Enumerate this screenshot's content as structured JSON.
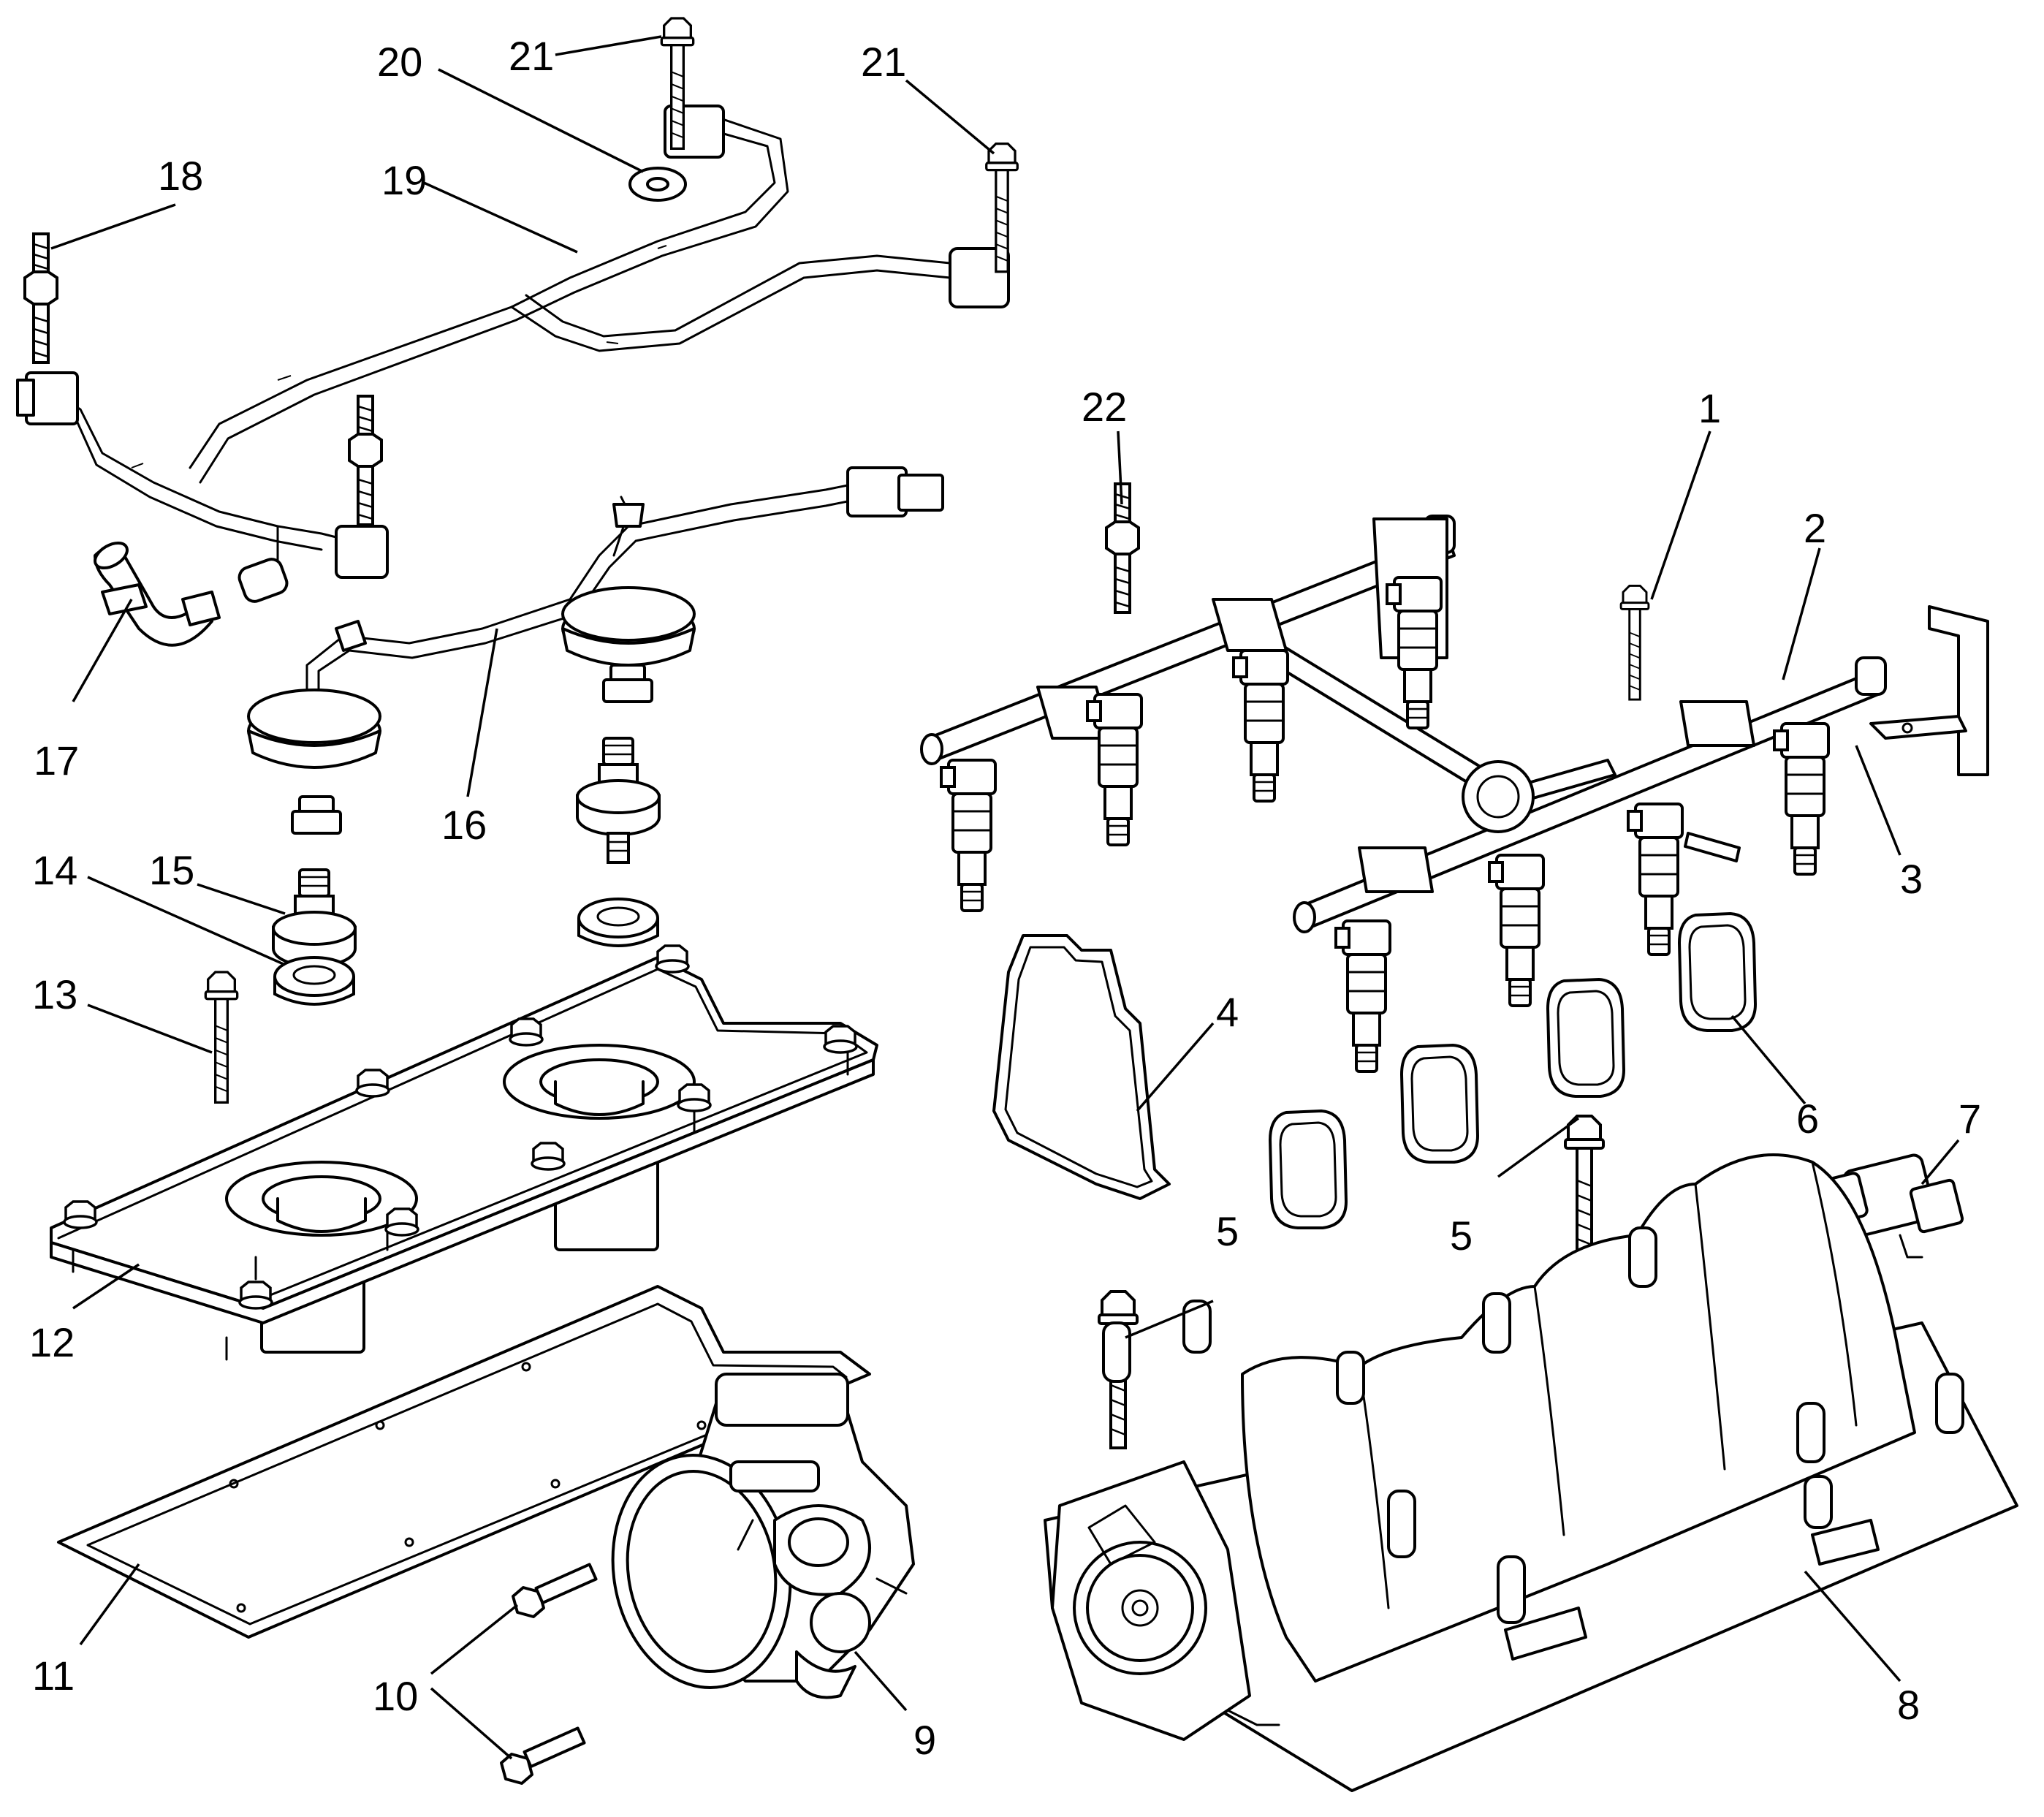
{
  "diagram": {
    "callouts": [
      {
        "id": "1",
        "text": "1"
      },
      {
        "id": "2",
        "text": "2"
      },
      {
        "id": "3",
        "text": "3"
      },
      {
        "id": "4",
        "text": "4"
      },
      {
        "id": "5a",
        "text": "5"
      },
      {
        "id": "5b",
        "text": "5"
      },
      {
        "id": "6",
        "text": "6"
      },
      {
        "id": "7",
        "text": "7"
      },
      {
        "id": "8",
        "text": "8"
      },
      {
        "id": "9",
        "text": "9"
      },
      {
        "id": "10",
        "text": "10"
      },
      {
        "id": "11",
        "text": "11"
      },
      {
        "id": "12",
        "text": "12"
      },
      {
        "id": "13",
        "text": "13"
      },
      {
        "id": "14",
        "text": "14"
      },
      {
        "id": "15",
        "text": "15"
      },
      {
        "id": "16",
        "text": "16"
      },
      {
        "id": "17",
        "text": "17"
      },
      {
        "id": "18",
        "text": "18"
      },
      {
        "id": "19",
        "text": "19"
      },
      {
        "id": "20",
        "text": "20"
      },
      {
        "id": "21a",
        "text": "21"
      },
      {
        "id": "21b",
        "text": "21"
      },
      {
        "id": "22",
        "text": "22"
      }
    ]
  }
}
